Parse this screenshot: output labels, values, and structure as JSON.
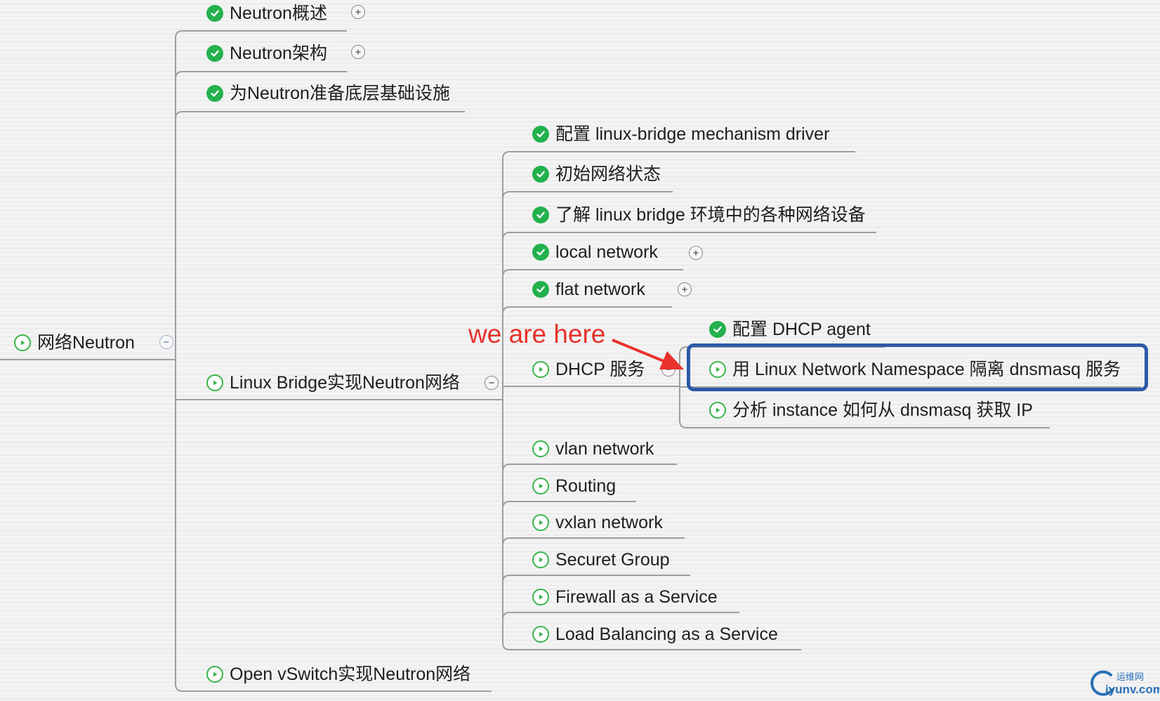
{
  "colors": {
    "done_icon": "#22b14c",
    "play_icon": "#39b54a",
    "connector": "#9e9e9e",
    "annotation": "#e8322c",
    "highlight": "#2d5aa8",
    "watermark": "#2a70b7"
  },
  "root": {
    "label": "网络Neutron",
    "icon": "play-circle-icon",
    "toggle": "minus"
  },
  "level1": [
    {
      "label": "Neutron概述",
      "icon": "check-circle-icon",
      "toggle": "plus"
    },
    {
      "label": "Neutron架构",
      "icon": "check-circle-icon",
      "toggle": "plus"
    },
    {
      "label": "为Neutron准备底层基础设施",
      "icon": "check-circle-icon"
    },
    {
      "label": "Linux Bridge实现Neutron网络",
      "icon": "play-circle-icon",
      "toggle": "minus"
    },
    {
      "label": "Open vSwitch实现Neutron网络",
      "icon": "play-circle-icon"
    }
  ],
  "level2": [
    {
      "label": "配置 linux-bridge mechanism driver",
      "icon": "check-circle-icon"
    },
    {
      "label": "初始网络状态",
      "icon": "check-circle-icon"
    },
    {
      "label": "了解 linux bridge 环境中的各种网络设备",
      "icon": "check-circle-icon"
    },
    {
      "label": "local network",
      "icon": "check-circle-icon",
      "toggle": "plus"
    },
    {
      "label": "flat network",
      "icon": "check-circle-icon",
      "toggle": "plus"
    },
    {
      "label": "DHCP 服务",
      "icon": "play-circle-icon",
      "toggle": "minus"
    },
    {
      "label": "vlan network",
      "icon": "play-circle-icon"
    },
    {
      "label": "Routing",
      "icon": "play-circle-icon"
    },
    {
      "label": "vxlan network",
      "icon": "play-circle-icon"
    },
    {
      "label": "Securet Group",
      "icon": "play-circle-icon"
    },
    {
      "label": "Firewall as a Service",
      "icon": "play-circle-icon"
    },
    {
      "label": "Load Balancing as a Service",
      "icon": "play-circle-icon"
    }
  ],
  "level3": [
    {
      "label": "配置 DHCP agent",
      "icon": "check-circle-icon"
    },
    {
      "label": "用 Linux Network Namespace 隔离 dnsmasq 服务",
      "icon": "play-circle-icon",
      "highlighted": true
    },
    {
      "label": "分析 instance 如何从 dnsmasq 获取 IP",
      "icon": "play-circle-icon"
    }
  ],
  "annotation": {
    "text": "we are here",
    "arrow": "red-arrow"
  },
  "watermark": {
    "line1": "运维网",
    "line2": "iyunv.com",
    "icon": "iyunv-logo-icon"
  }
}
